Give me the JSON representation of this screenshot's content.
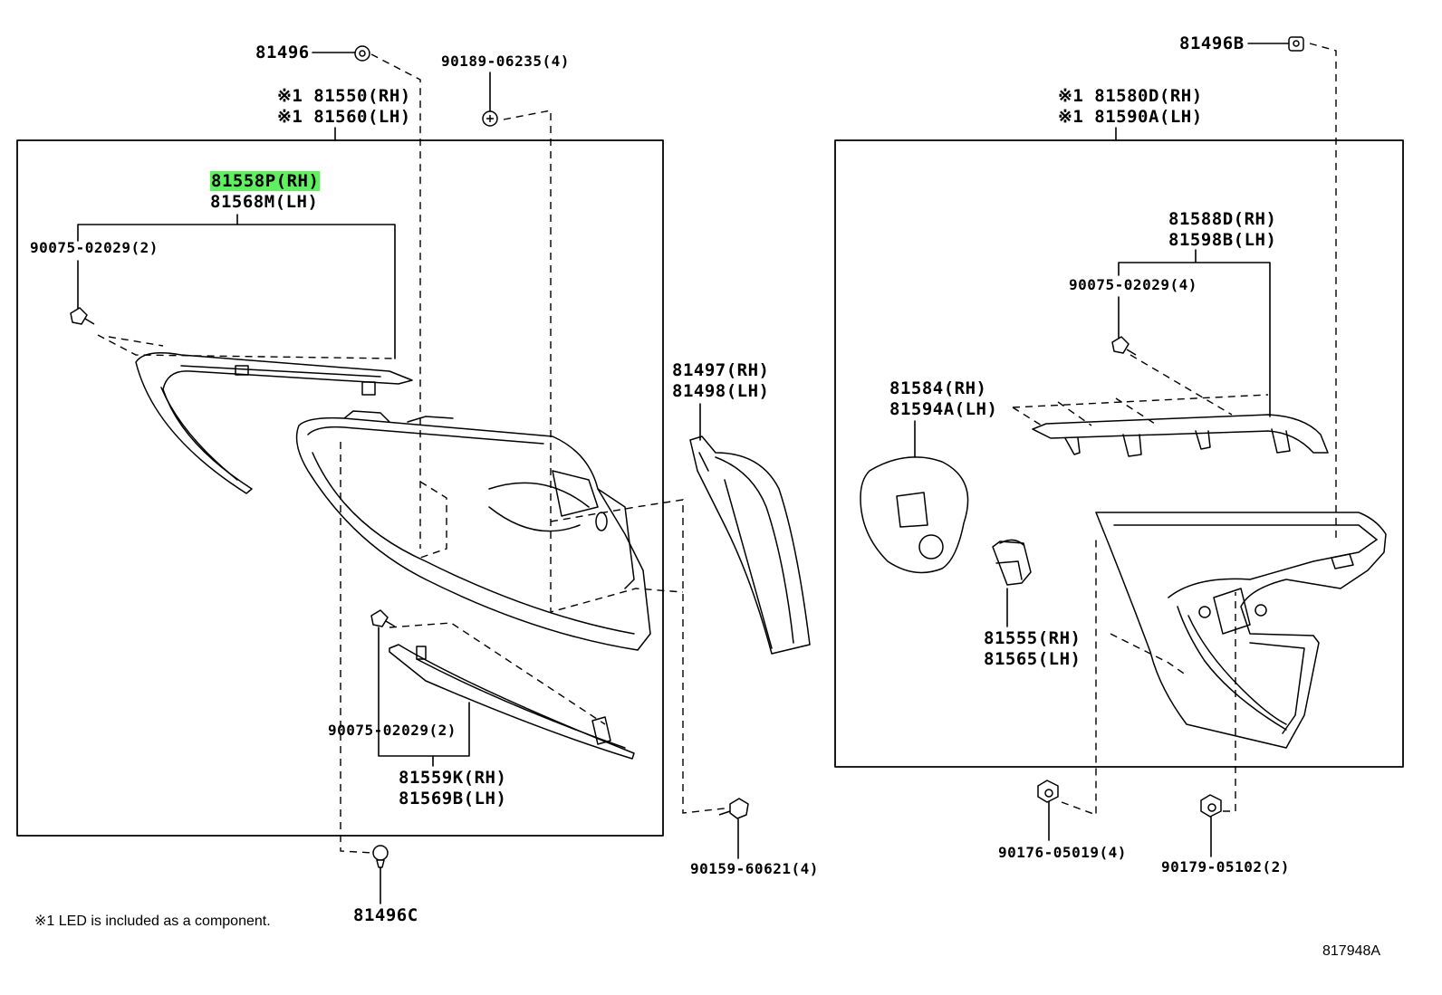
{
  "diagram": {
    "figure_id": "817948A",
    "footnote": "※1 LED is included as a component.",
    "left_assembly": {
      "part_rh": "※1 81550(RH)",
      "part_lh": "※1 81560(LH)",
      "top_clip": "81496",
      "screw_top": "90189-06235(4)",
      "upper_garnish_rh": "81558P(RH)",
      "upper_garnish_lh": "81568M(LH)",
      "screw_upper": "90075-02029(2)",
      "screw_lower": "90075-02029(2)",
      "lower_garnish_rh": "81559K(RH)",
      "lower_garnish_lh": "81569B(LH)",
      "bottom_clip": "81496C"
    },
    "middle": {
      "gasket_rh": "81497(RH)",
      "gasket_lh": "81498(LH)",
      "screw": "90159-60621(4)"
    },
    "right_assembly": {
      "part_rh": "※1 81580D(RH)",
      "part_lh": "※1 81590A(LH)",
      "top_clip": "81496B",
      "garnish_rh": "81588D(RH)",
      "garnish_lh": "81598B(LH)",
      "screw": "90075-02029(4)",
      "cover_rh": "81584(RH)",
      "cover_lh": "81594A(LH)",
      "socket_rh": "81555(RH)",
      "socket_lh": "81565(LH)",
      "nut_left": "90176-05019(4)",
      "nut_right": "90179-05102(2)"
    },
    "highlight_color": "#5ff05f"
  }
}
